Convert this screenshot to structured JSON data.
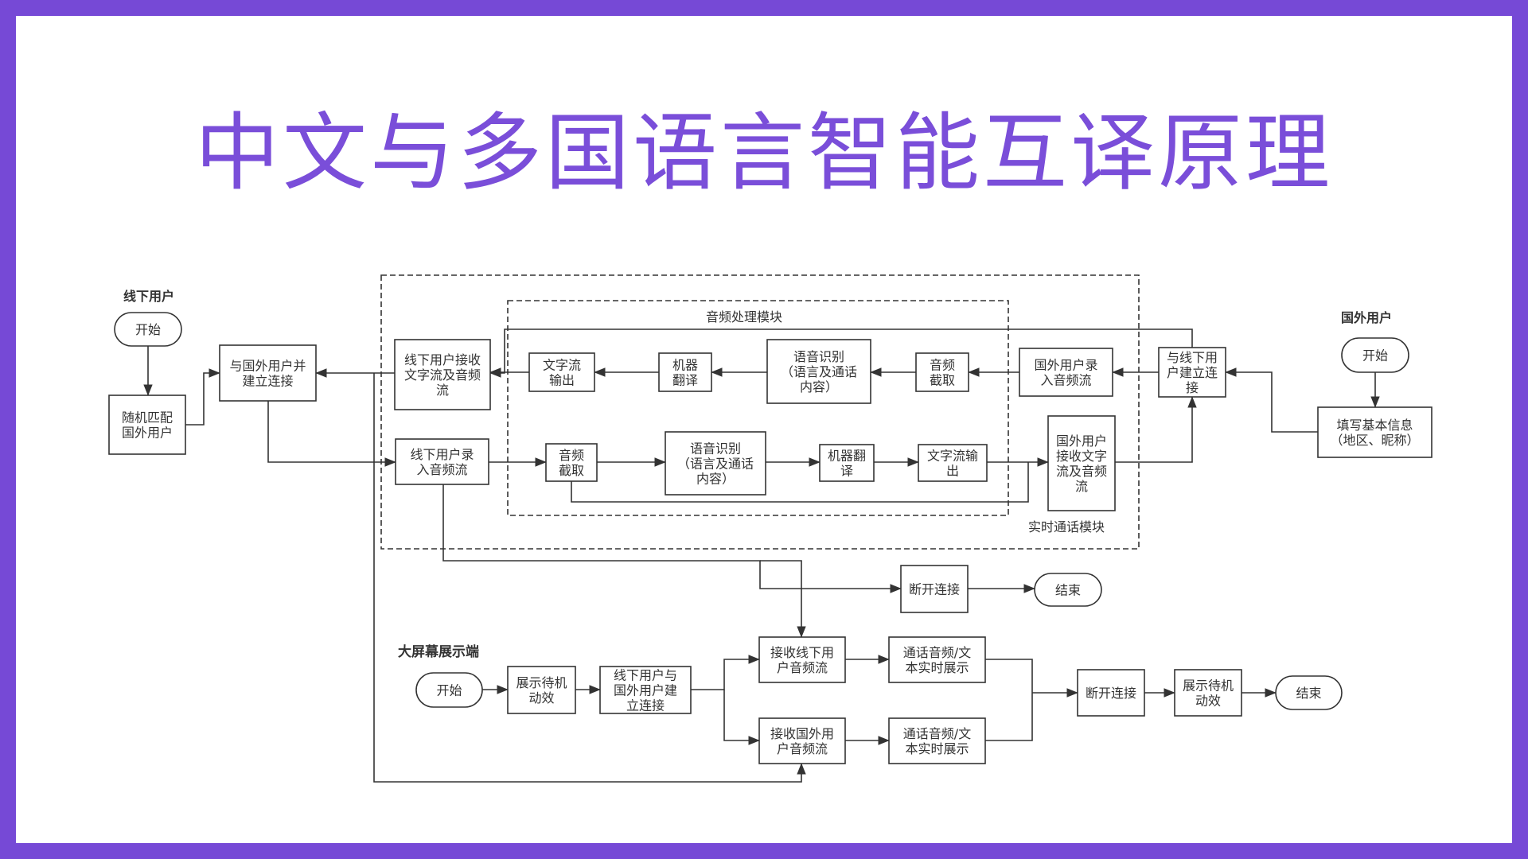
{
  "title": "中文与多国语言智能互译原理",
  "labels": {
    "offline_user": "线下用户",
    "foreign_user": "国外用户",
    "big_screen": "大屏幕展示端",
    "audio_module": "音频处理模块",
    "call_module": "实时通话模块"
  },
  "nodes": {
    "ou_start": [
      "开始"
    ],
    "ou_match": [
      "随机匹配",
      "国外用户"
    ],
    "ou_connect": [
      "与国外用户并",
      "建立连接"
    ],
    "ou_receive": [
      "线下用户接收",
      "文字流及音频",
      "流"
    ],
    "ou_record": [
      "线下用户录",
      "入音频流"
    ],
    "top_text_out": [
      "文字流",
      "输出"
    ],
    "top_mt": [
      "机器",
      "翻译"
    ],
    "top_asr": [
      "语音识别",
      "（语言及通话",
      "内容）"
    ],
    "top_cut": [
      "音频",
      "截取"
    ],
    "fu_record": [
      "国外用户录",
      "入音频流"
    ],
    "fu_connect": [
      "与线下用",
      "户建立连",
      "接"
    ],
    "fu_start": [
      "开始"
    ],
    "fu_info": [
      "填写基本信息",
      "（地区、昵称）"
    ],
    "bot_cut": [
      "音频",
      "截取"
    ],
    "bot_asr": [
      "语音识别",
      "（语言及通话",
      "内容）"
    ],
    "bot_mt": [
      "机器翻",
      "译"
    ],
    "bot_text_out": [
      "文字流输",
      "出"
    ],
    "fu_receive": [
      "国外用户",
      "接收文字",
      "流及音频",
      "流"
    ],
    "disconnect_1": [
      "断开连接"
    ],
    "end_1": [
      "结束"
    ],
    "bs_start": [
      "开始"
    ],
    "bs_idle_1": [
      "展示待机",
      "动效"
    ],
    "bs_connect": [
      "线下用户与",
      "国外用户建",
      "立连接"
    ],
    "bs_recv_ou": [
      "接收线下用",
      "户音频流"
    ],
    "bs_recv_fu": [
      "接收国外用",
      "户音频流"
    ],
    "bs_show_1": [
      "通话音频/文",
      "本实时展示"
    ],
    "bs_show_2": [
      "通话音频/文",
      "本实时展示"
    ],
    "bs_disconnect": [
      "断开连接"
    ],
    "bs_idle_2": [
      "展示待机",
      "动效"
    ],
    "bs_end": [
      "结束"
    ]
  },
  "colors": {
    "frame": "#7649d6",
    "title": "#7a4ed9",
    "stroke": "#333333"
  }
}
